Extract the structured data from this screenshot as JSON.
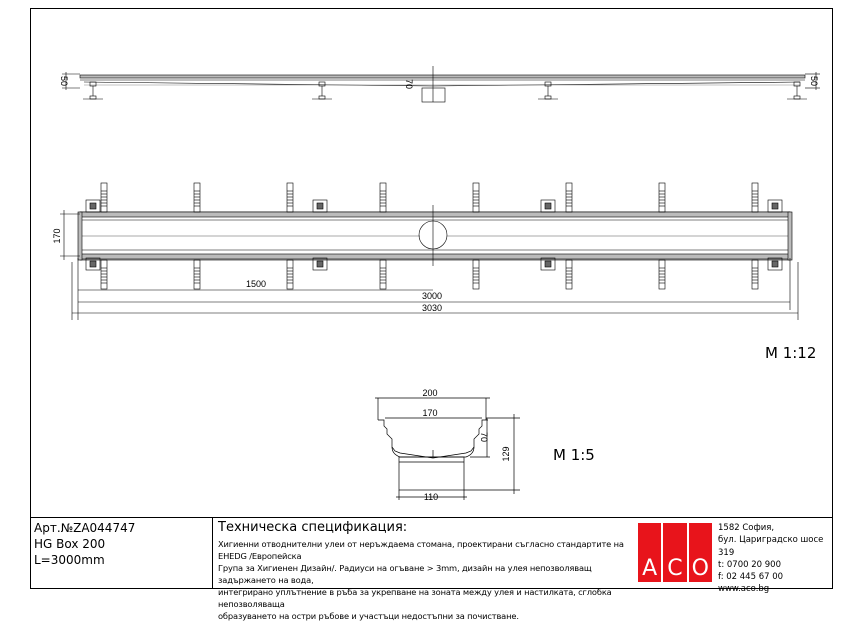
{
  "drawing": {
    "side_view": {
      "height_left": "50",
      "height_right": "50",
      "outlet_label": "70"
    },
    "plan_view": {
      "width": "170",
      "half_length": "1500",
      "length": "3000",
      "overall_length": "3030"
    },
    "scale_main": "M 1:12",
    "section": {
      "top_width": "200",
      "inner_width": "170",
      "channel_depth": "70",
      "total_height": "129",
      "outlet_width": "110"
    },
    "scale_section": "M 1:5"
  },
  "title_block": {
    "article": "Арт.№ZA044747",
    "product": "HG Box 200",
    "length": "L=3000mm",
    "spec_title": "Техническа спецификация:",
    "spec_lines": [
      "Хигиенни отводнителни улеи от неръждаема стомана, проектирани съгласно стандартите на EHEDG /Европейска",
      "Група за Хигиенен Дизайн/. Радиуси на огъване > 3mm, дизайн на улея непозволяващ задържането на вода,",
      "интегрирано уплътнение в ръба за укрепване на зоната между улея и настилката, сглобка непозволяваща",
      "образуването на остри ръбове и участъци недостъпни за почистване."
    ],
    "logo": {
      "letters": [
        "A",
        "C",
        "O"
      ],
      "color": "#e8141b"
    },
    "address": [
      "1582 София,",
      "бул. Цариградско шосе 319",
      "t: 0700 20 900",
      "f: 02 445 67 00",
      "www.aco.bg"
    ]
  }
}
